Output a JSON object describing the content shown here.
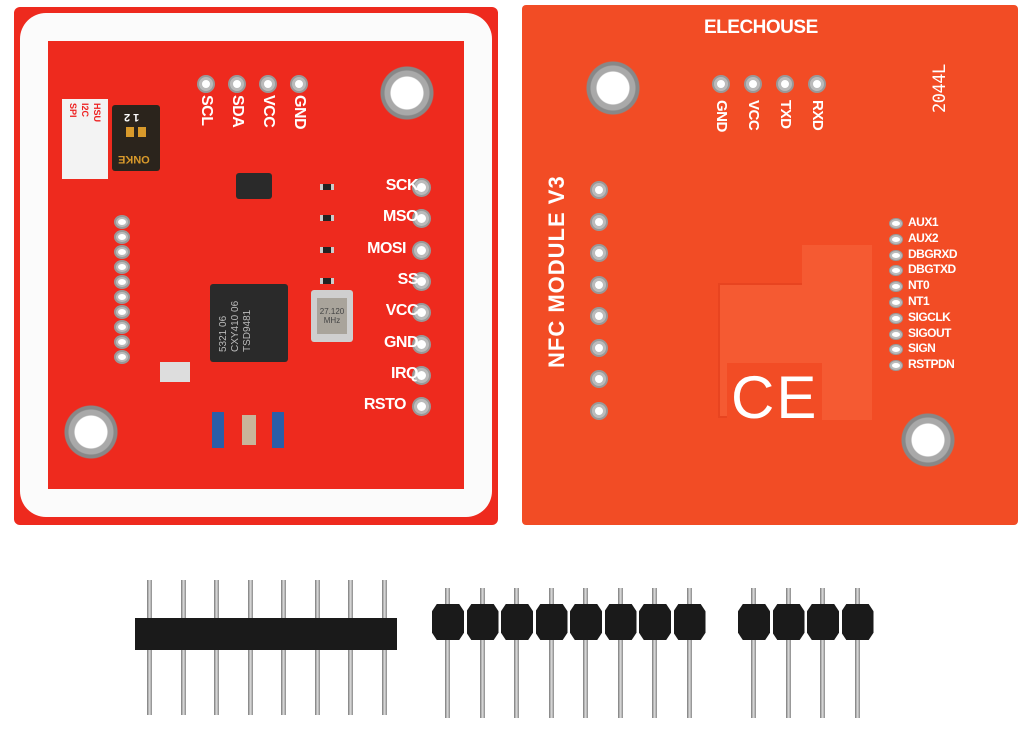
{
  "left_board": {
    "top_pins": [
      "SCL",
      "SDA",
      "VCC",
      "GND"
    ],
    "side_pins": [
      "SCK",
      "MSO",
      "MOSI",
      "SS",
      "VCC",
      "GND",
      "IRQ",
      "RSTO"
    ],
    "switch_label": "ONKE",
    "switch_numbers": "1 2",
    "mode_table": [
      "HSU",
      "I2C",
      "SPI"
    ],
    "chip_text": [
      "5321 06",
      "CXY410 06",
      "TSD9481"
    ],
    "crystal_text": [
      "27.120",
      "MHz"
    ]
  },
  "right_board": {
    "brand": "ELECHOUSE",
    "title": "NFC MODULE V3",
    "code": "2044L",
    "top_pins": [
      "GND",
      "VCC",
      "TXD",
      "RXD"
    ],
    "side_pins": [
      "AUX1",
      "AUX2",
      "DBGRXD",
      "DBGTXD",
      "NT0",
      "NT1",
      "SIGCLK",
      "SIGOUT",
      "SIGN",
      "RSTPDN"
    ],
    "mark": "CE"
  },
  "colors": {
    "left_pcb": "#ee2a1e",
    "right_pcb": "#f24c25",
    "antenna": "#fbfbfb"
  }
}
